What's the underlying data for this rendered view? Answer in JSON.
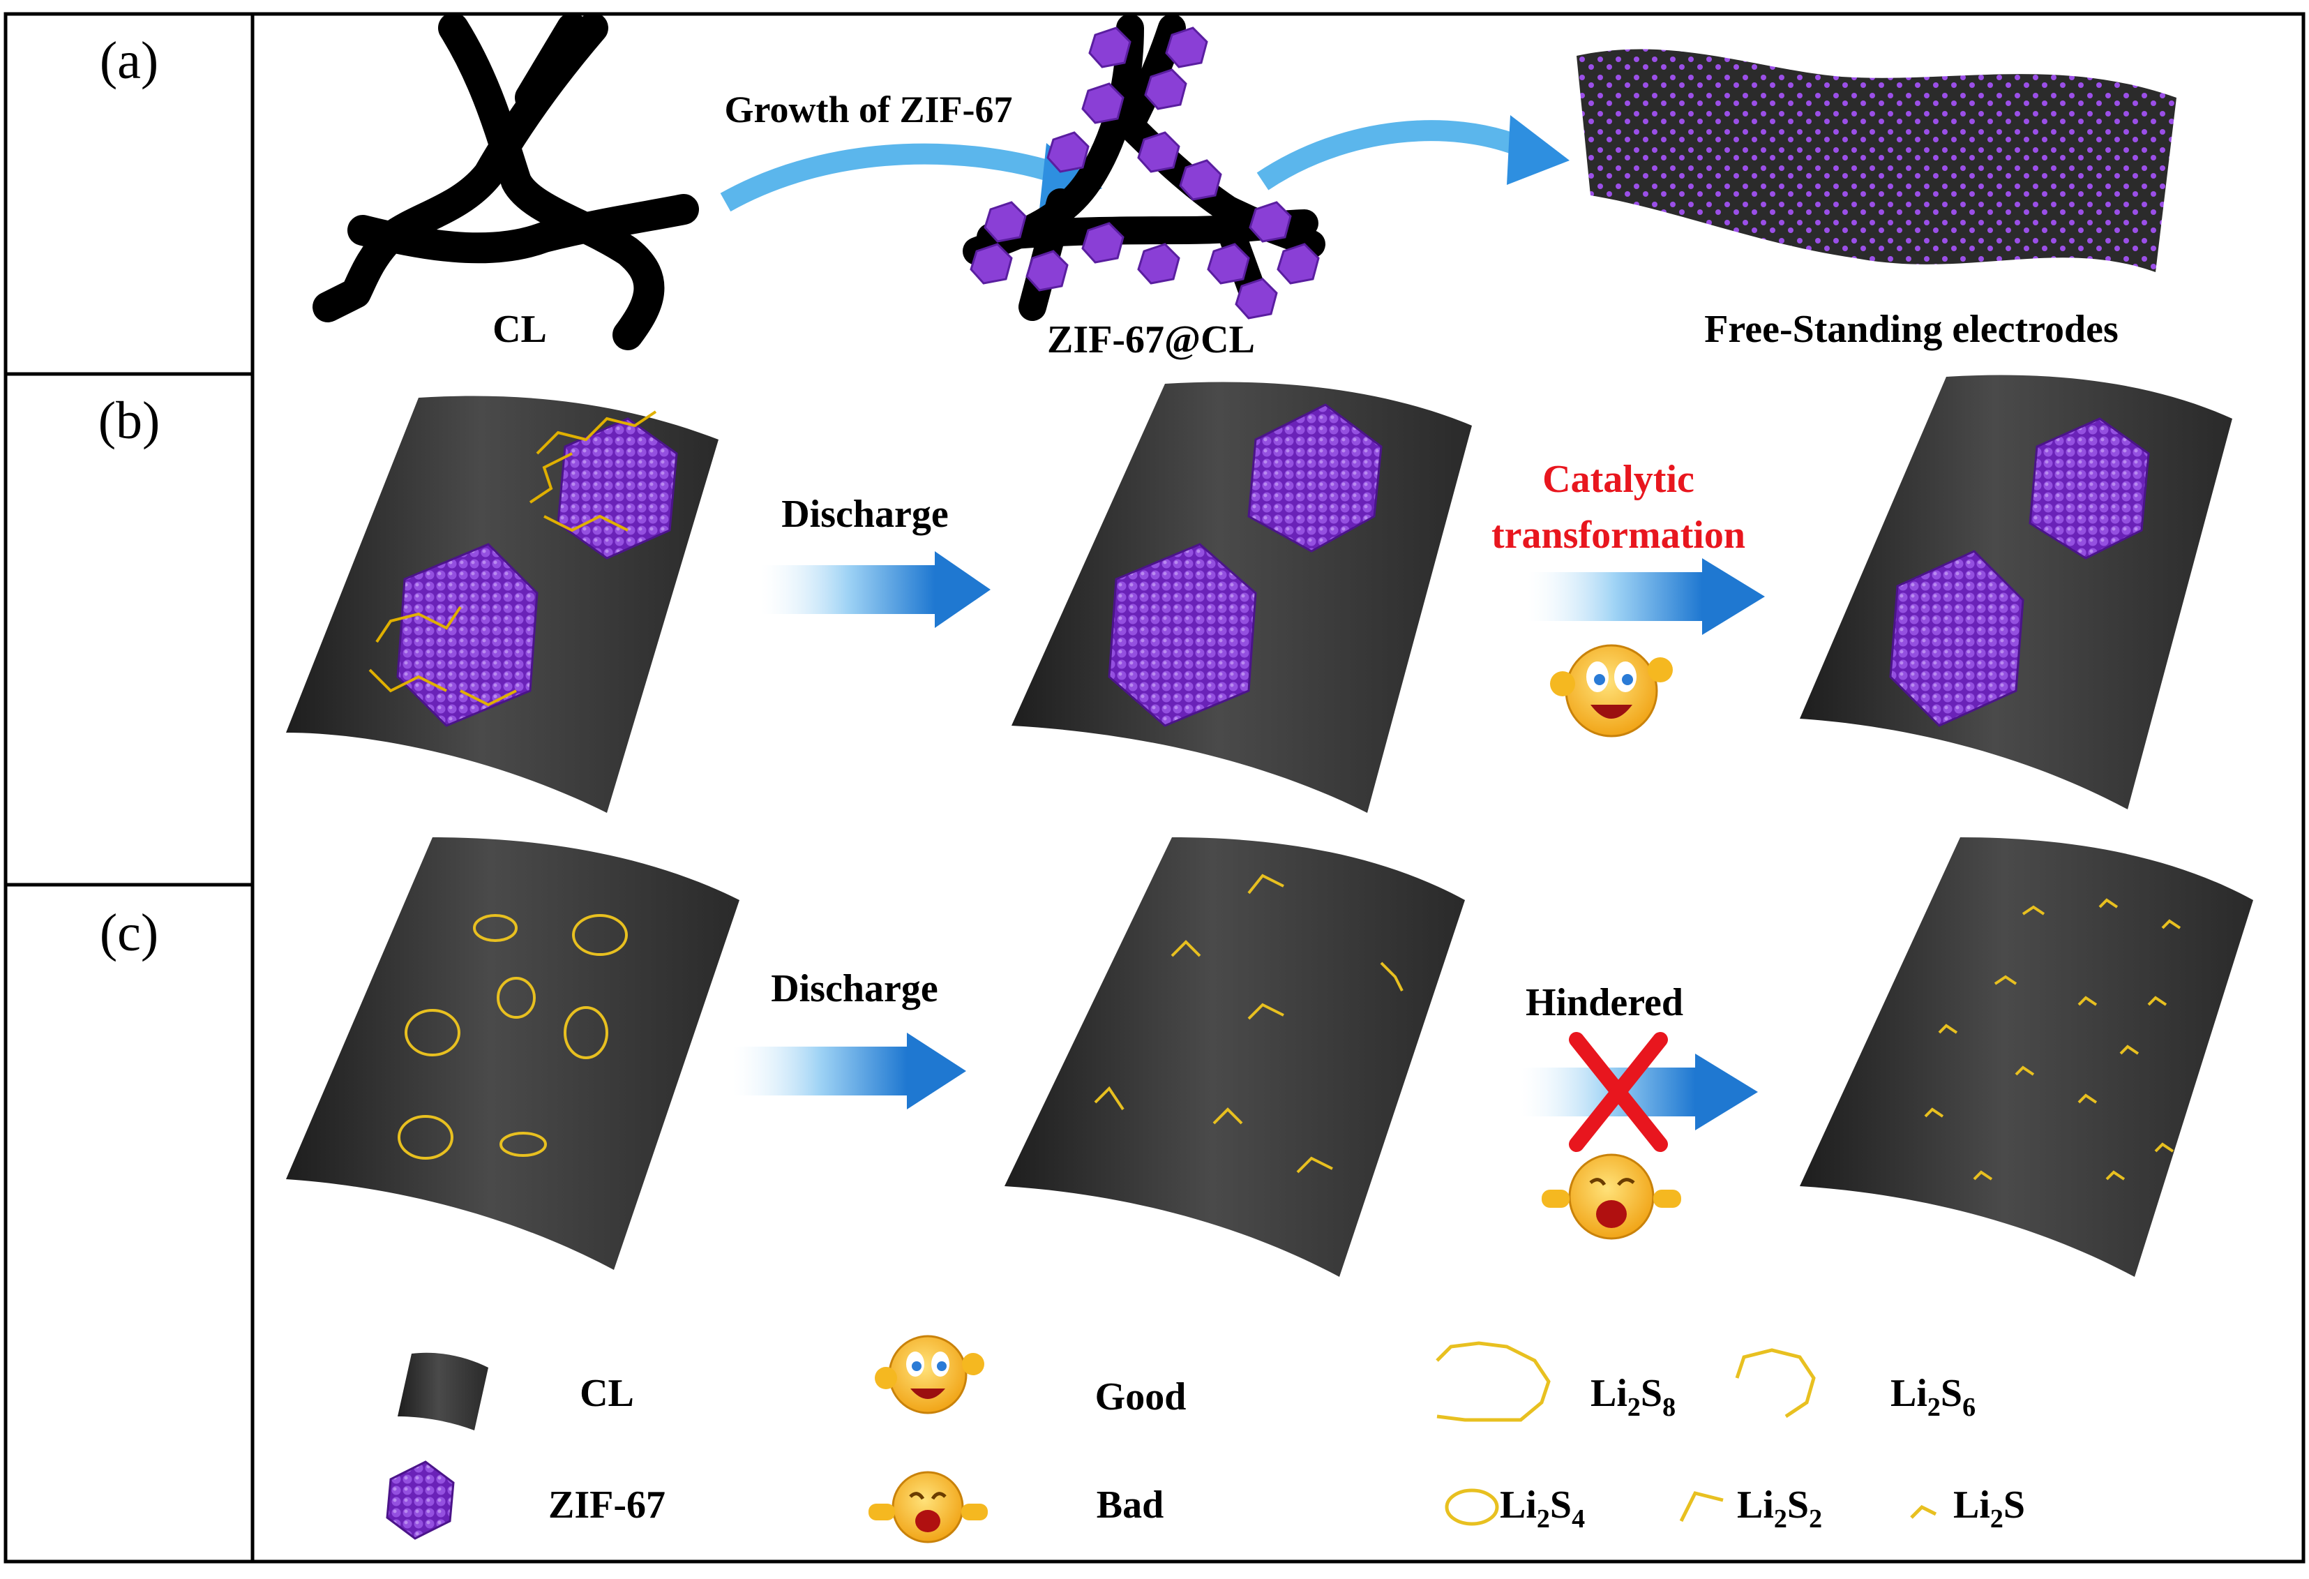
{
  "panels": {
    "a": "(a)",
    "b": "(b)",
    "c": "(c)"
  },
  "row_a": {
    "arrow1_label": "Growth of ZIF-67",
    "cl_label": "CL",
    "zif_cl_label": "ZIF-67@CL",
    "electrode_label": "Free-Standing electrodes"
  },
  "row_b": {
    "discharge_label": "Discharge",
    "catalytic_line1": "Catalytic",
    "catalytic_line2": "transformation"
  },
  "row_c": {
    "discharge_label": "Discharge",
    "hindered_label": "Hindered"
  },
  "legend": {
    "cl": "CL",
    "zif67": "ZIF-67",
    "good": "Good",
    "bad": "Bad",
    "li2s8": {
      "base": "Li",
      "sub1": "2",
      "mid": "S",
      "sub2": "8"
    },
    "li2s6": {
      "base": "Li",
      "sub1": "2",
      "mid": "S",
      "sub2": "6"
    },
    "li2s4": {
      "base": "Li",
      "sub1": "2",
      "mid": "S",
      "sub2": "4"
    },
    "li2s2": {
      "base": "Li",
      "sub1": "2",
      "mid": "S",
      "sub2": "2"
    },
    "li2s": {
      "base": "Li",
      "sub1": "2",
      "mid": "S"
    }
  },
  "colors": {
    "purple": "#8a3fd6",
    "sheet": "#3a3a3a",
    "sulfur": "#f2c81c",
    "lithium": "#36d2a2",
    "arrow": "#3aa3e8",
    "red": "#e8161e",
    "emoji": "#f7b31b"
  }
}
